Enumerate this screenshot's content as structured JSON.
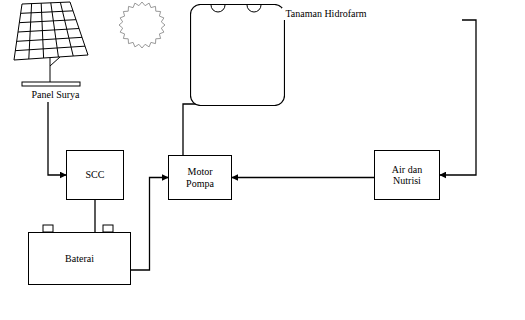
{
  "diagram": {
    "nodes": [
      {
        "text": [
          "Panel Surya"
        ]
      },
      {
        "text": [
          "Tanaman Hidrofarm"
        ]
      },
      {
        "text": [
          "SCC"
        ]
      },
      {
        "text": [
          "Motor Pompa"
        ]
      },
      {
        "text": [
          "Air dan Nutrisi"
        ]
      },
      {
        "text": [
          "Baterai"
        ]
      }
    ],
    "edges": [
      {
        "from": 0,
        "to": 2,
        "arrow": "to"
      },
      {
        "from": 2,
        "to": 5,
        "arrow": "none"
      },
      {
        "from": 5,
        "to": 3,
        "arrow": "to"
      },
      {
        "from": 3,
        "to": 1,
        "arrow": "to"
      },
      {
        "from": 4,
        "to": 3,
        "arrow": "to"
      },
      {
        "from": 1,
        "to": 4,
        "arrow": "to"
      }
    ]
  }
}
